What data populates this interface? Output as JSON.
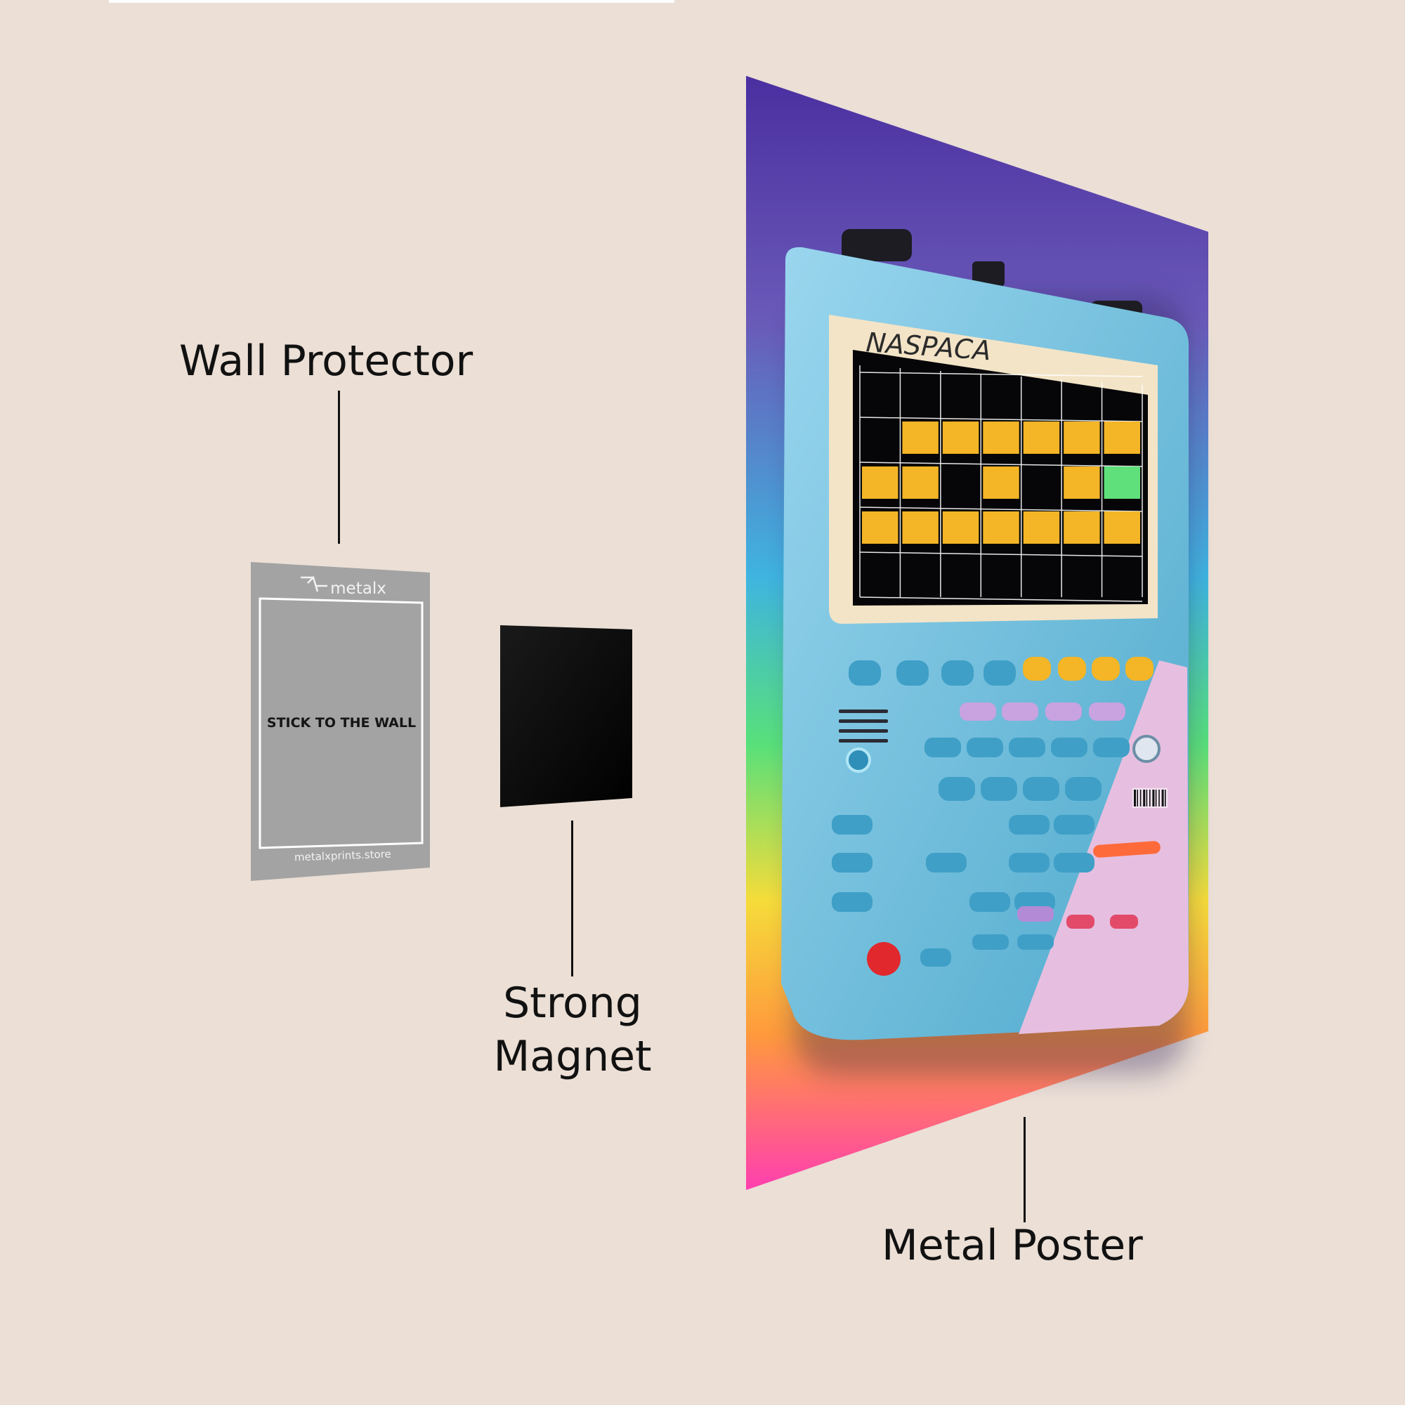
{
  "labels": {
    "wall_protector": "Wall Protector",
    "strong_magnet_line1": "Strong",
    "strong_magnet_line2": "Magnet",
    "metal_poster": "Metal Poster"
  },
  "protector_card": {
    "brand": "metalx",
    "instruction": "STICK TO THE WALL",
    "website": "metalxprints.store"
  },
  "device": {
    "brand_text": "NASPACA"
  },
  "colors": {
    "background": "#ebdfd6",
    "protector": "#a3a3a3",
    "magnet": "#050505",
    "poster_top": "#4a2fa0",
    "poster_bottom": "#ff3fb0",
    "device_body": "#6fc2df",
    "screen_yellow": "#f4b526"
  }
}
